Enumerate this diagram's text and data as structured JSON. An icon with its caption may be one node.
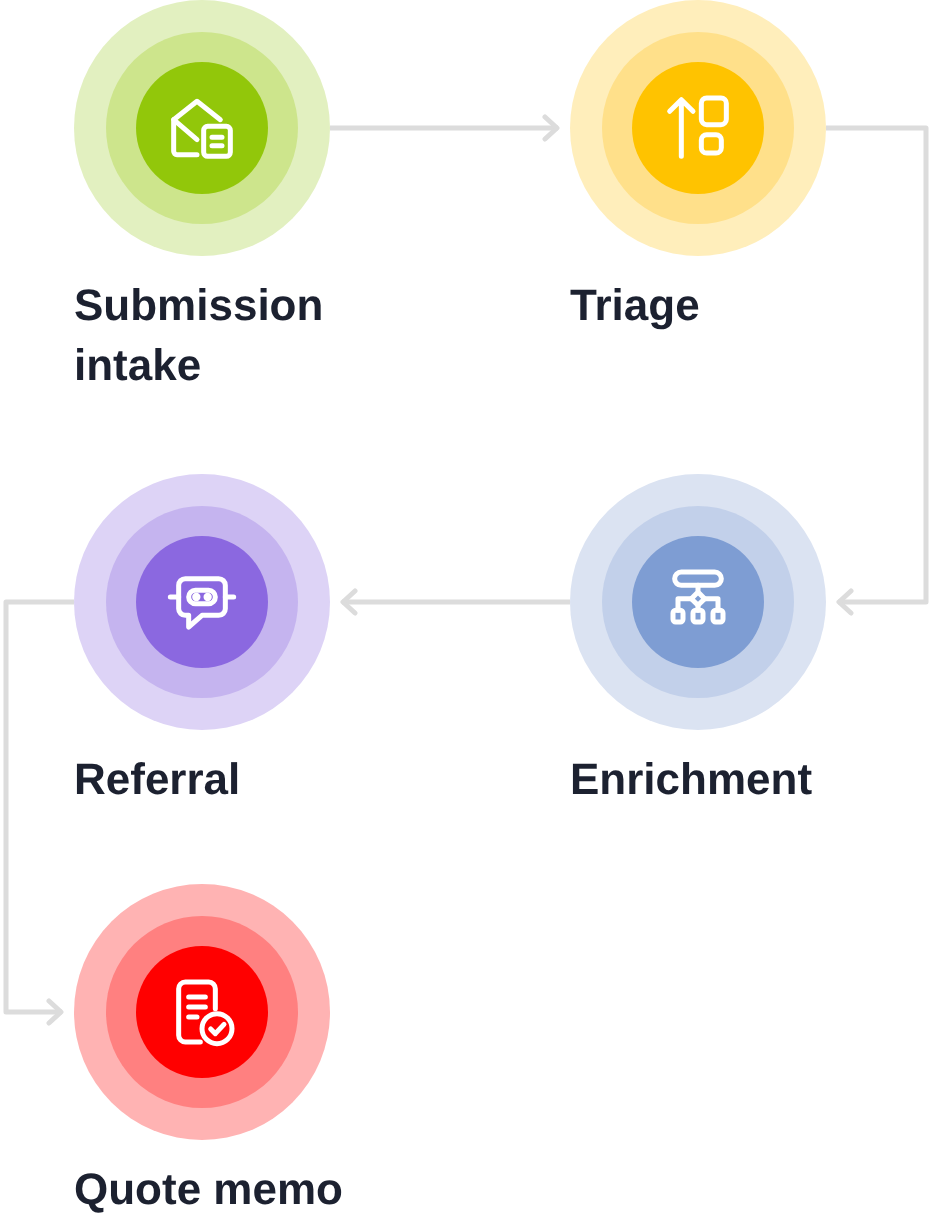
{
  "diagram": {
    "nodes": [
      {
        "text": [
          "Submission intake"
        ]
      },
      {
        "text": [
          "Triage"
        ]
      },
      {
        "text": [
          "Enrichment"
        ]
      },
      {
        "text": [
          "Referral"
        ]
      },
      {
        "text": [
          "Quote memo"
        ]
      }
    ],
    "edges": [
      {
        "from": 0,
        "to": 1,
        "arrow": "to"
      },
      {
        "from": 1,
        "to": 2,
        "arrow": "to"
      },
      {
        "from": 2,
        "to": 3,
        "arrow": "to"
      },
      {
        "from": 3,
        "to": 4,
        "arrow": "to"
      }
    ]
  }
}
